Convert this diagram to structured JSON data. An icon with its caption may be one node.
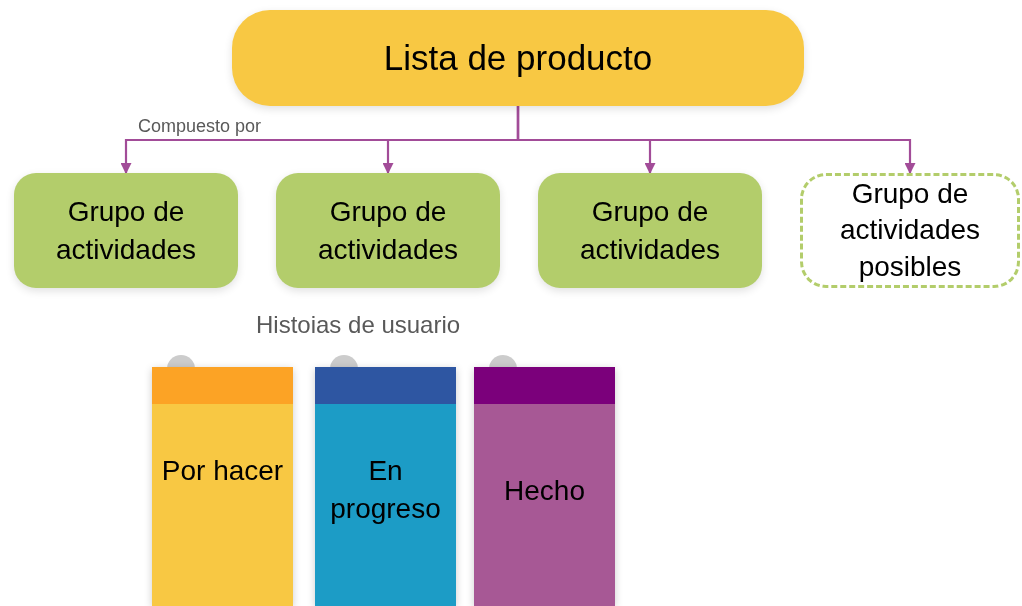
{
  "diagram": {
    "nodes": [
      {
        "text": [
          "Lista de producto"
        ]
      },
      {
        "text": [
          "Grupo de actividades"
        ]
      },
      {
        "text": [
          "Grupo de actividades"
        ]
      },
      {
        "text": [
          "Grupo de actividades"
        ]
      },
      {
        "text": [
          "Grupo de actividades posibles"
        ]
      },
      {
        "text": [
          "Por hacer"
        ]
      },
      {
        "text": [
          "En progreso"
        ]
      },
      {
        "text": [
          "Hecho"
        ]
      }
    ],
    "edges": [
      {
        "from": 0,
        "to": 1,
        "arrow": "to"
      },
      {
        "from": 0,
        "to": 2,
        "arrow": "to"
      },
      {
        "from": 0,
        "to": 3,
        "arrow": "to"
      },
      {
        "from": 0,
        "to": 4,
        "arrow": "to"
      }
    ],
    "labels": [
      "Compuesto por",
      "Histoias de usuario"
    ]
  }
}
